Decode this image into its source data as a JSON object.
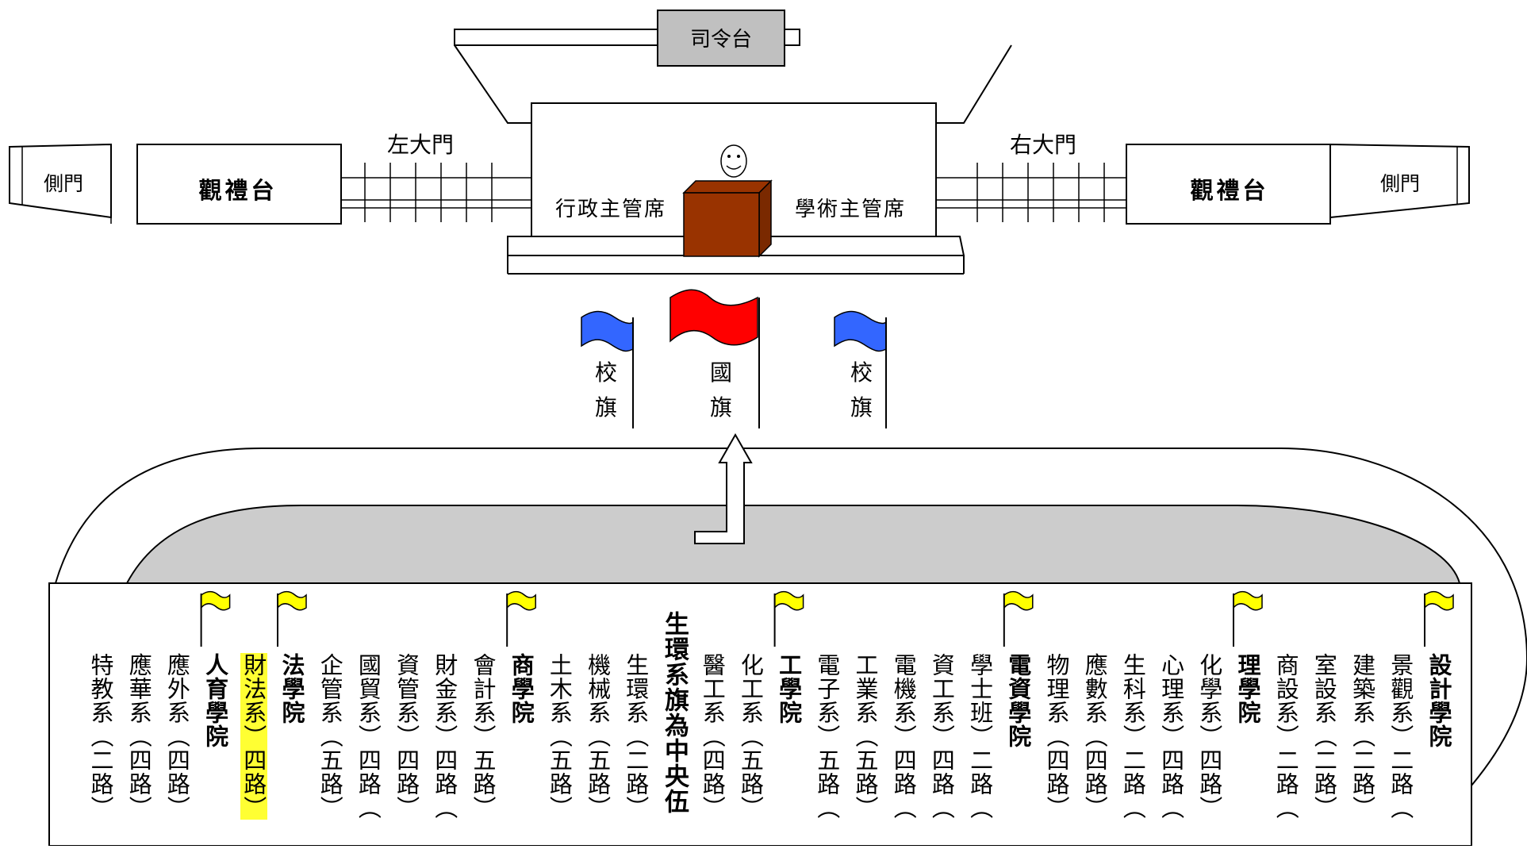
{
  "stage": {
    "command_platform": "司令台",
    "viewing_stand_left": "觀禮台",
    "viewing_stand_right": "觀禮台",
    "side_gate_left": "側門",
    "side_gate_right": "側門",
    "left_gate": "左大門",
    "right_gate": "右大門",
    "admin_seats": "行政主管席",
    "academic_seats": "學術主管席"
  },
  "flags": {
    "school_flag_left": [
      "校",
      "旗"
    ],
    "national_flag": [
      "國",
      "旗"
    ],
    "school_flag_right": [
      "校",
      "旗"
    ]
  },
  "colors": {
    "podium": "#993300",
    "national_flag": "#ff0000",
    "school_flag": "#3366ff",
    "college_flag": "#ffff00",
    "field": "#cccccc",
    "highlight": "#ffff33"
  },
  "columns": [
    {
      "text": "特教系（二路）",
      "kind": "dept"
    },
    {
      "text": "應華系（四路）",
      "kind": "dept"
    },
    {
      "text": "應外系（四路）",
      "kind": "dept"
    },
    {
      "text": "人育學院",
      "kind": "college"
    },
    {
      "text": "財法系）四路）",
      "kind": "dept",
      "highlight": true
    },
    {
      "text": "法學院",
      "kind": "college"
    },
    {
      "text": "企管系（五路）",
      "kind": "dept"
    },
    {
      "text": "國貿系）四路（",
      "kind": "dept"
    },
    {
      "text": "資管系）四路）",
      "kind": "dept"
    },
    {
      "text": "財金系）四路（",
      "kind": "dept"
    },
    {
      "text": "會計系）五路）",
      "kind": "dept"
    },
    {
      "text": "商學院",
      "kind": "college"
    },
    {
      "text": "土木系（五路）",
      "kind": "dept"
    },
    {
      "text": "機械系（五路）",
      "kind": "dept"
    },
    {
      "text": "生環系（二路）",
      "kind": "dept"
    },
    {
      "text": "生環系旗為中央伍",
      "kind": "center"
    },
    {
      "text": "醫工系（四路）",
      "kind": "dept"
    },
    {
      "text": "化工系（五路）",
      "kind": "dept"
    },
    {
      "text": "工學院",
      "kind": "college"
    },
    {
      "text": "電子系）五路（",
      "kind": "dept"
    },
    {
      "text": "工業系（五路）",
      "kind": "dept"
    },
    {
      "text": "電機系）四路（",
      "kind": "dept"
    },
    {
      "text": "資工系）四路（",
      "kind": "dept"
    },
    {
      "text": "學士班）二路（",
      "kind": "dept"
    },
    {
      "text": "電資學院",
      "kind": "college"
    },
    {
      "text": "物理系（四路）",
      "kind": "dept"
    },
    {
      "text": "應數系（四路）",
      "kind": "dept"
    },
    {
      "text": "生科系）二路（",
      "kind": "dept"
    },
    {
      "text": "心理系）四路（",
      "kind": "dept"
    },
    {
      "text": "化學系）四路）",
      "kind": "dept"
    },
    {
      "text": "理學院",
      "kind": "college"
    },
    {
      "text": "商設系）二路（",
      "kind": "dept"
    },
    {
      "text": "室設系（二路）",
      "kind": "dept"
    },
    {
      "text": "建築系（二路）",
      "kind": "dept"
    },
    {
      "text": "景觀系）二路（",
      "kind": "dept"
    },
    {
      "text": "設計學院",
      "kind": "college"
    }
  ]
}
